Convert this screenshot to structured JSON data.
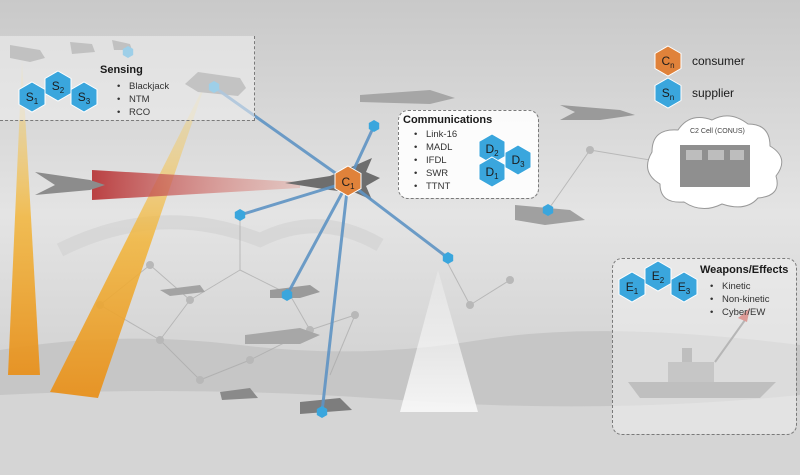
{
  "sensing": {
    "title": "Sensing",
    "items": [
      "Blackjack",
      "NTM",
      "RCO"
    ]
  },
  "communications": {
    "title": "Communications",
    "items": [
      "Link-16",
      "MADL",
      "IFDL",
      "SWR",
      "TTNT"
    ]
  },
  "weapons": {
    "title": "Weapons/Effects",
    "items": [
      "Kinetic",
      "Non-kinetic",
      "Cyber/EW"
    ]
  },
  "legend": {
    "consumer": {
      "letter": "C",
      "sub": "n",
      "label": "consumer",
      "color": "#e0823a"
    },
    "supplier": {
      "letter": "S",
      "sub": "n",
      "label": "supplier",
      "color": "#3aa6dd"
    }
  },
  "cloud": {
    "label": "C2 Cell (CONUS)"
  },
  "nodes": {
    "s1": {
      "letter": "S",
      "sub": "1"
    },
    "s2": {
      "letter": "S",
      "sub": "2"
    },
    "s3": {
      "letter": "S",
      "sub": "3"
    },
    "d1": {
      "letter": "D",
      "sub": "1"
    },
    "d2": {
      "letter": "D",
      "sub": "2"
    },
    "d3": {
      "letter": "D",
      "sub": "3"
    },
    "e1": {
      "letter": "E",
      "sub": "1"
    },
    "e2": {
      "letter": "E",
      "sub": "2"
    },
    "e3": {
      "letter": "E",
      "sub": "3"
    },
    "c1": {
      "letter": "C",
      "sub": "1"
    }
  },
  "colors": {
    "supplier_hex": "#3aa6dd",
    "consumer_hex": "#e0823a",
    "link": "#5f94c4",
    "beam": "#f0b420",
    "laser": "#c8453c"
  }
}
